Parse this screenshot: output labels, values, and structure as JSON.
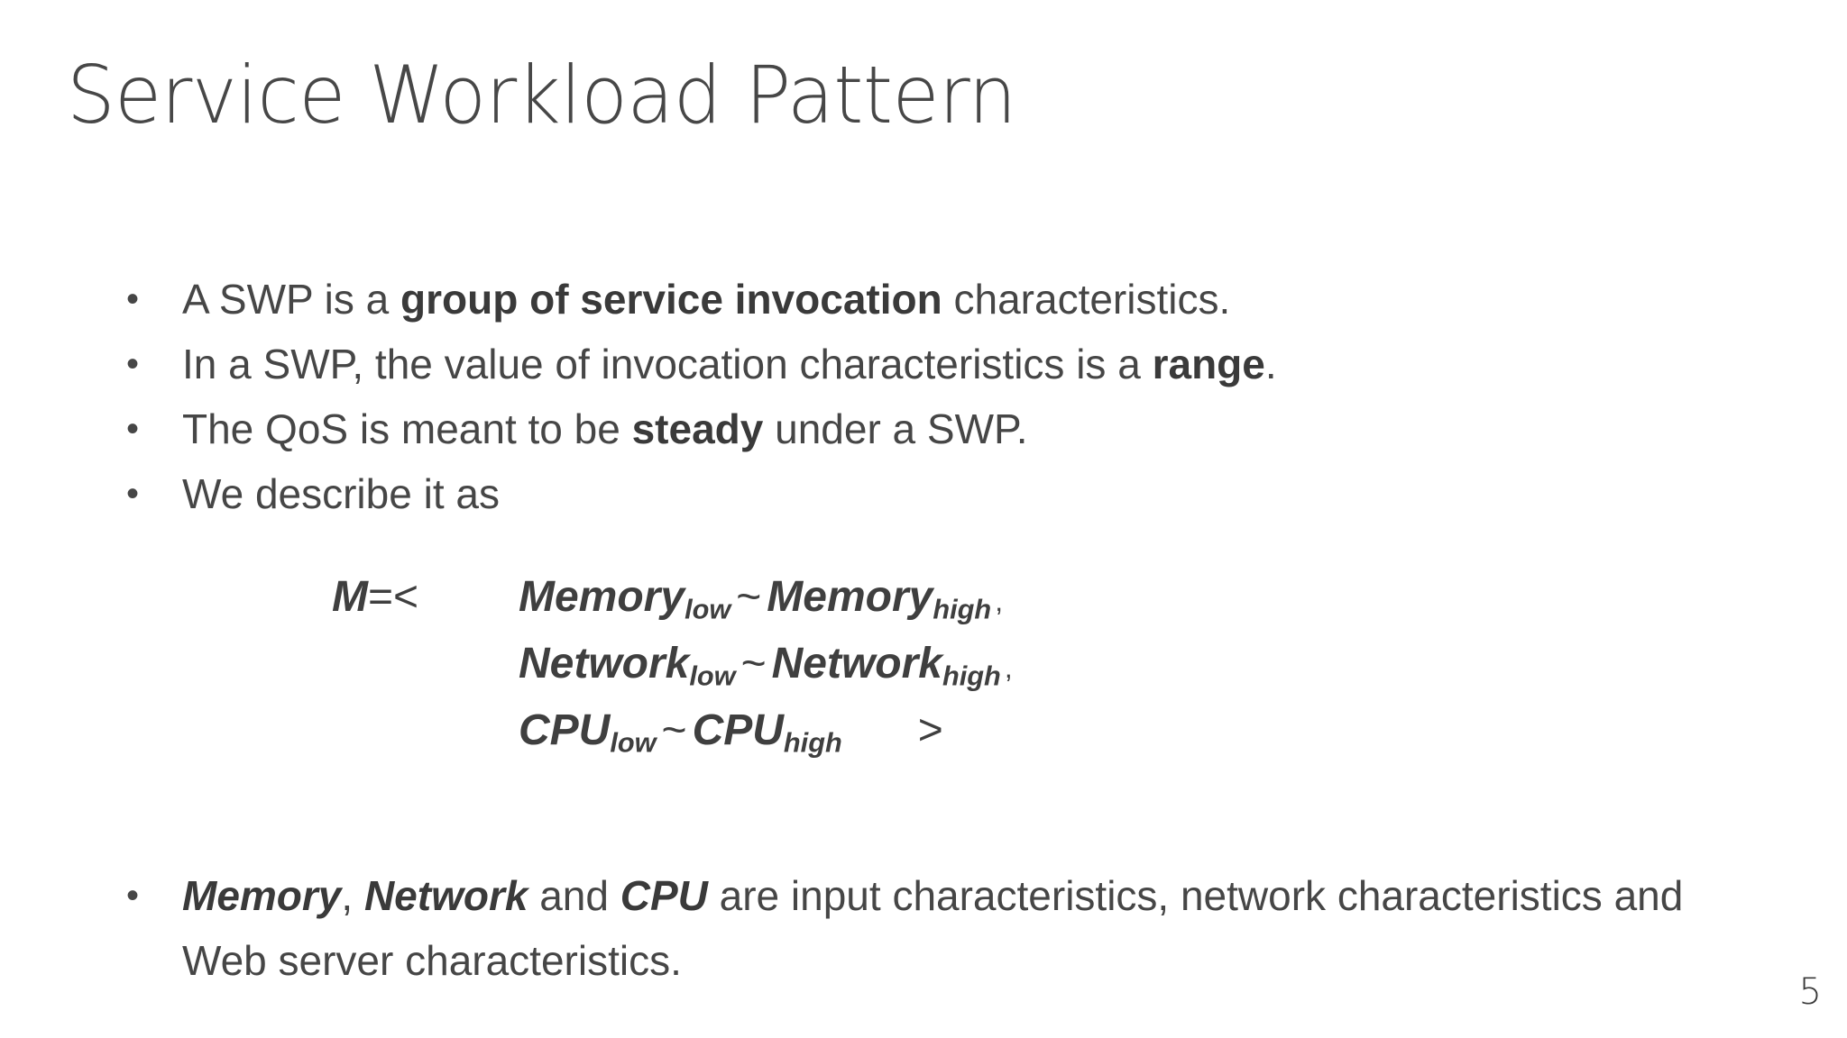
{
  "slide": {
    "title": "Service Workload Pattern",
    "page_number": "5",
    "background_color": "#ffffff",
    "text_color": "#464646"
  },
  "bullets": [
    {
      "marker": "•",
      "segments": [
        {
          "text": "A SWP is a ",
          "style": "normal"
        },
        {
          "text": "group of service invocation",
          "style": "bold"
        },
        {
          "text": " characteristics.",
          "style": "normal"
        }
      ]
    },
    {
      "marker": "•",
      "segments": [
        {
          "text": "In a SWP, the value of invocation characteristics is a ",
          "style": "normal"
        },
        {
          "text": "range",
          "style": "bold"
        },
        {
          "text": ".",
          "style": "normal"
        }
      ]
    },
    {
      "marker": "•",
      "segments": [
        {
          "text": "The QoS is meant to be ",
          "style": "normal"
        },
        {
          "text": "steady",
          "style": "bold"
        },
        {
          "text": " under a SWP.",
          "style": "normal"
        }
      ]
    },
    {
      "marker": "•",
      "segments": [
        {
          "text": "We describe it as",
          "style": "normal"
        }
      ]
    }
  ],
  "formula": {
    "lhs_symbol": "M",
    "equals": "=",
    "open_bracket": "<",
    "close_bracket": ">",
    "separator": "~",
    "comma": ",",
    "rows": [
      {
        "left_base": "Memory",
        "left_sub": "low",
        "right_base": "Memory",
        "right_sub": "high",
        "trailing": ","
      },
      {
        "left_base": "Network",
        "left_sub": "low",
        "right_base": "Network",
        "right_sub": "high",
        "trailing": ","
      },
      {
        "left_base": "CPU",
        "left_sub": "low",
        "right_base": "CPU",
        "right_sub": "high",
        "trailing": ""
      }
    ]
  },
  "bullets_lower": [
    {
      "marker": "•",
      "segments": [
        {
          "text": "Memory",
          "style": "bold-italic"
        },
        {
          "text": ", ",
          "style": "normal"
        },
        {
          "text": "Network",
          "style": "bold-italic"
        },
        {
          "text": " and ",
          "style": "normal"
        },
        {
          "text": "CPU",
          "style": "bold-italic"
        },
        {
          "text": " are input characteristics, network characteristics and Web server characteristics.",
          "style": "normal"
        }
      ]
    }
  ]
}
